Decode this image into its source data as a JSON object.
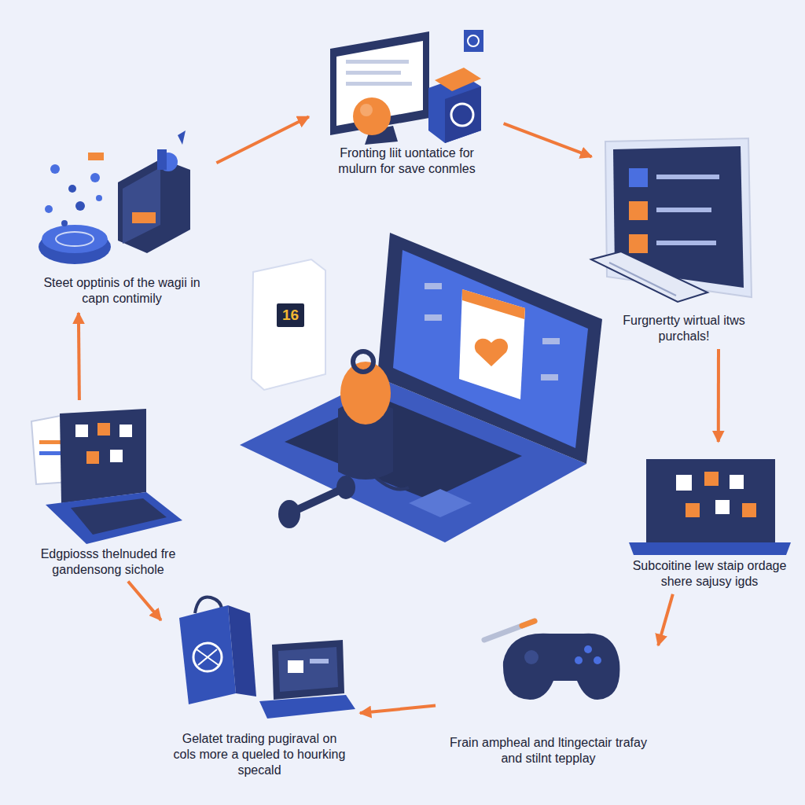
{
  "diagram": {
    "nodes": [
      {
        "text": [
          "Steet opptinis of the wagii in capn contimily"
        ]
      },
      {
        "text": [
          "Fronting liit uontatice for mulurn for save conmles"
        ]
      },
      {
        "text": [
          "Furgnertty wirtual itws purchals!"
        ]
      },
      {
        "text": [
          "Subcoitine lew staip ordage shere sajusy igds"
        ]
      },
      {
        "text": [
          "Frain ampheal and ltingectair trafay and stilnt tepplay"
        ]
      },
      {
        "text": [
          "Gelatet trading pugiraval on cols more a queled to hourking specald"
        ]
      },
      {
        "text": [
          "Edgpiosss thelnuded fre gandensong sichole"
        ]
      }
    ],
    "edges": [
      {
        "from": 0,
        "to": 1,
        "arrow": "to"
      },
      {
        "from": 1,
        "to": 2,
        "arrow": "to"
      },
      {
        "from": 2,
        "to": 3,
        "arrow": "to"
      },
      {
        "from": 3,
        "to": 4,
        "arrow": "to"
      },
      {
        "from": 4,
        "to": 5,
        "arrow": "to"
      },
      {
        "from": 6,
        "to": 5,
        "arrow": "to"
      },
      {
        "from": 6,
        "to": 0,
        "arrow": "to"
      }
    ],
    "labels": [
      "16"
    ]
  }
}
